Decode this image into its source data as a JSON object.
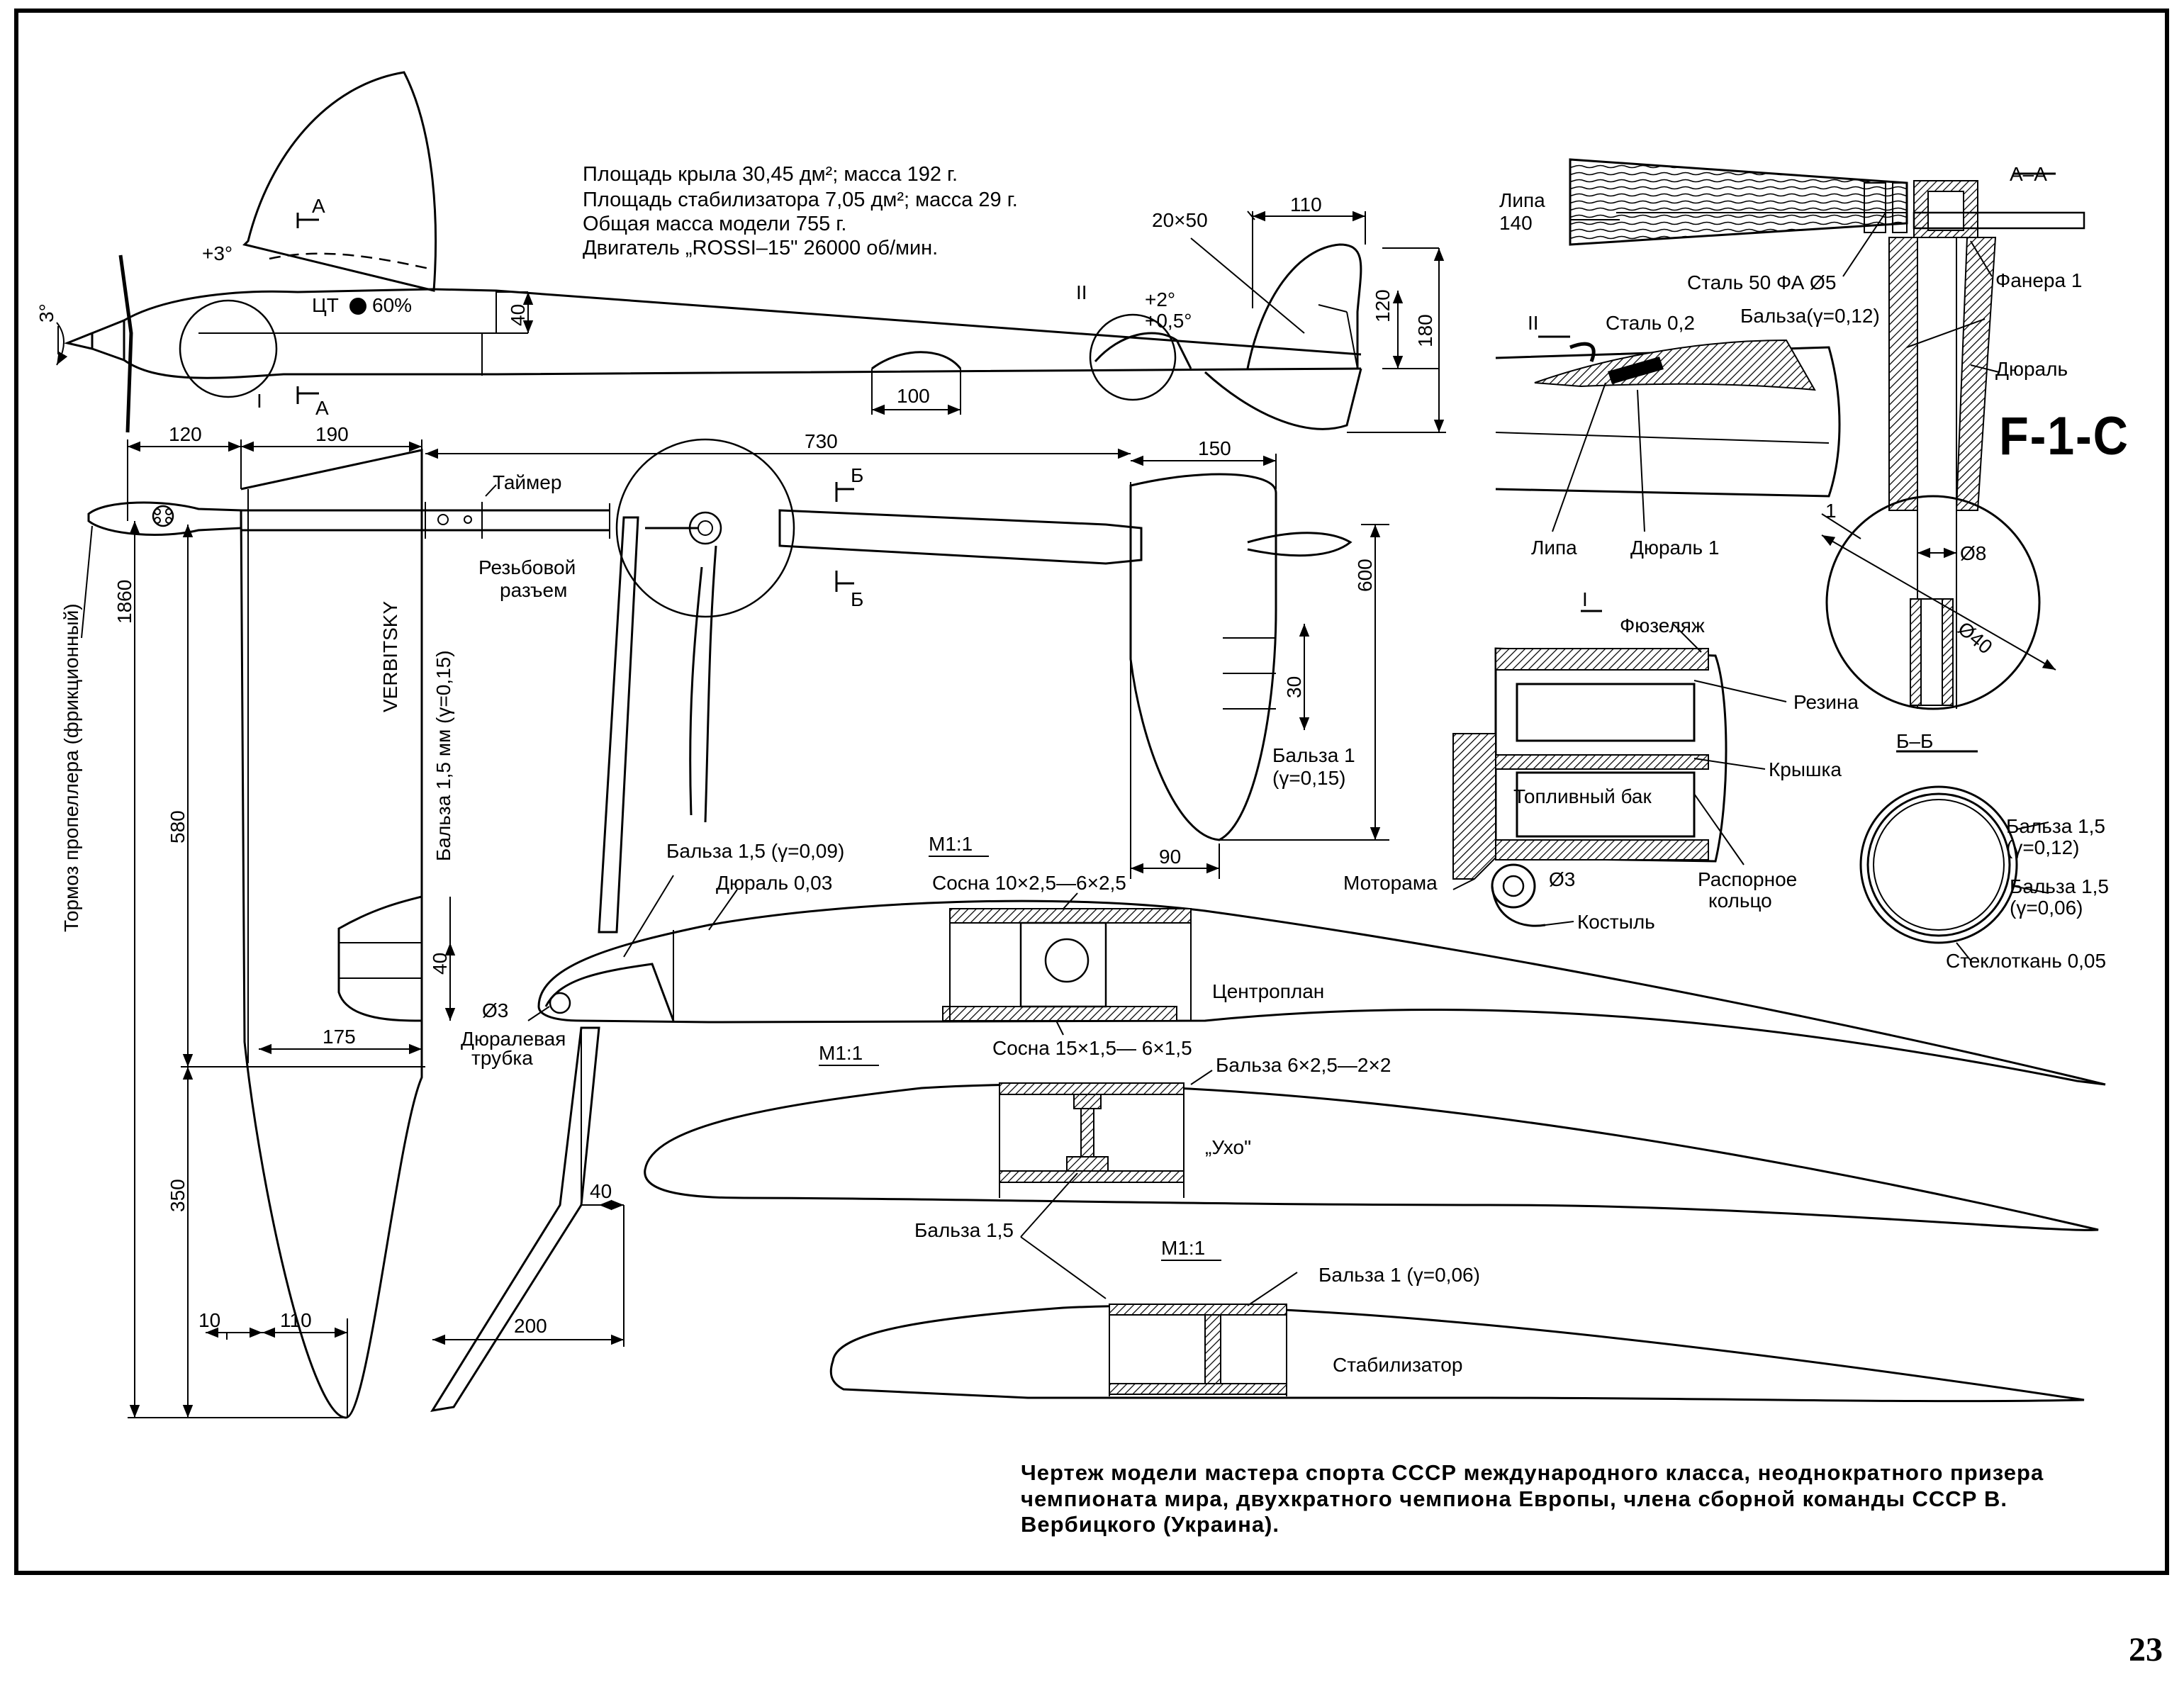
{
  "title_code": "F-1-C",
  "specs": [
    "Площадь крыла   30,45 дм²; масса   192 г.",
    "Площадь стабилизатора   7,05 дм²;  масса   29 г.",
    "Общая масса модели   755 г.",
    "Двигатель „ROSSI–15\"   26000 об/мин."
  ],
  "caption": "Чертеж модели мастера спорта СССР международного класса, неоднократного призера чемпионата мира, двухкратного чемпиона Европы, члена сборной команды СССР В. Вербицкого (Украина).",
  "page_number": "23",
  "side_view": {
    "angle_wing": "+3°",
    "angle_engine": "3°",
    "cg": "ЦТ",
    "cg_percent": "60%",
    "dim_40": "40",
    "dim_100": "100",
    "dim_110": "110",
    "dim_120": "120",
    "dim_180": "180",
    "dim_20x50": "20×50",
    "stab_angle_1": "+2°",
    "stab_angle_2": "+0,5°",
    "detail_i": "I",
    "detail_ii": "II",
    "section_a": "А"
  },
  "plan_view": {
    "dim_120": "120",
    "dim_190": "190",
    "dim_730": "730",
    "dim_150": "150",
    "dim_600": "600",
    "dim_30": "30",
    "dim_90": "90",
    "dim_1860": "1860",
    "dim_580": "580",
    "dim_350": "350",
    "dim_10": "10",
    "dim_110": "110",
    "dim_175": "175",
    "dim_40a": "40",
    "dim_40b": "40",
    "dim_200": "200",
    "timer": "Таймер",
    "connector_1": "Резьбовой",
    "connector_2": "разъем",
    "brake": "Тормоз пропеллера (фрикционный)",
    "wing_balsa": "Бальза 1,5 мм (γ=0,15)",
    "name": "VERBITSKY",
    "stab_balsa_1": "Бальза 1",
    "stab_balsa_2": "(γ=0,15)",
    "section_b": "Б"
  },
  "profiles": {
    "balsa_15_009": "Бальза 1,5   (γ=0,09)",
    "dural_003": "Дюраль 0,03",
    "scale_1": "М1:1",
    "pine_top": "Сосна 10×2,5—6×2,5",
    "center": "Центроплан",
    "d3": "Ø3",
    "dural_tube_1": "Дюралевая",
    "dural_tube_2": "трубка",
    "pine_bottom": "Сосна 15×1,5— 6×1,5",
    "scale_2": "М1:1",
    "balsa_6x25": "Бальза 6×2,5—2×2",
    "ear": "„Ухо\"",
    "balsa_15": "Бальза 1,5",
    "scale_3": "М1:1",
    "balsa_1_006": "Бальза 1   (γ=0,06)",
    "stabilizer": "Стабилизатор"
  },
  "section_aa": {
    "label": "А–А",
    "lipa_1": "Липа",
    "lipa_2": "140",
    "steel": "Сталь 50  ФА Ø5",
    "plywood": "Фанера 1",
    "balsa": "Бальза(γ=0,12)",
    "dural": "Дюраль",
    "d8": "Ø8",
    "d40": "Ø40",
    "one": "1"
  },
  "detail_ii": {
    "label": "II",
    "steel": "Сталь 0,2",
    "lipa": "Липа",
    "dural": "Дюраль 1"
  },
  "detail_i": {
    "label": "I",
    "fuselage": "Фюзеляж",
    "rubber": "Резина",
    "lid": "Крышка",
    "tank": "Топливный бак",
    "motor_mount": "Моторама",
    "d3": "Ø3",
    "skid": "Костыль",
    "ring_1": "Распорное",
    "ring_2": "кольцо"
  },
  "section_bb": {
    "label": "Б–Б",
    "balsa_a1": "Бальза 1,5",
    "balsa_a2": "(γ=0,12)",
    "balsa_b1": "Бальза 1,5",
    "balsa_b2": "(γ=0,06)",
    "fiberglass": "Стеклоткань 0,05"
  }
}
